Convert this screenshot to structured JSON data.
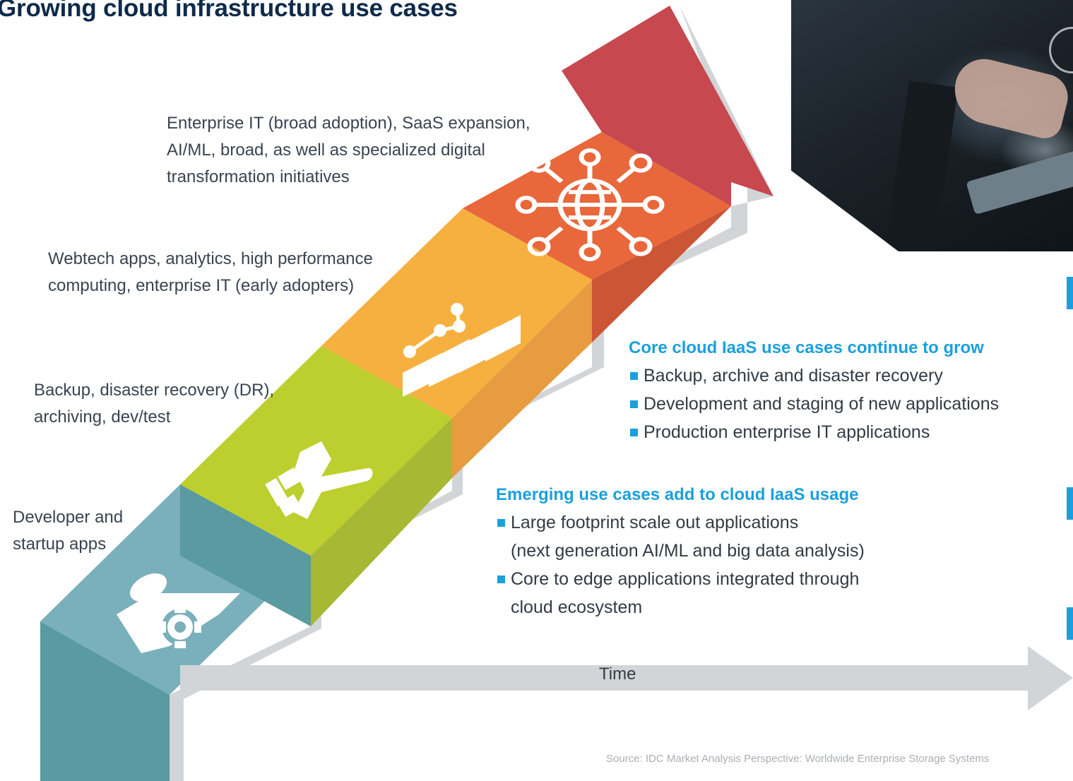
{
  "title": "Growing cloud infrastructure use cases",
  "steps": [
    {
      "lines": [
        "Developer and",
        "startup apps"
      ],
      "color": "#7ab0bb",
      "side_color": "#5a9aa1",
      "icon": "person-gear-icon"
    },
    {
      "lines": [
        "Backup, disaster recovery (DR),",
        "archiving, dev/test"
      ],
      "color": "#bccf2f",
      "side_color": "#a6b834",
      "icon": "tools-icon"
    },
    {
      "lines": [
        "Webtech apps, analytics, high performance",
        "computing, enterprise IT (early adopters)"
      ],
      "color": "#f6b03f",
      "side_color": "#e69c3f",
      "icon": "analytics-chart-icon"
    },
    {
      "lines": [
        "Enterprise IT (broad adoption), SaaS expansion,",
        "AI/ML, broad, as well as specialized digital",
        "transformation initiatives"
      ],
      "color": "#e8673b",
      "side_color": "#cc5535",
      "icon": "global-network-icon"
    }
  ],
  "arrow_color": "#c7484f",
  "core_box": {
    "heading": "Core cloud IaaS use cases continue to grow",
    "items": [
      [
        "Backup, archive and disaster recovery"
      ],
      [
        "Development and staging of new applications"
      ],
      [
        "Production enterprise IT applications"
      ]
    ]
  },
  "emerging_box": {
    "heading": "Emerging use cases add to cloud IaaS usage",
    "items": [
      [
        "Large footprint scale out applications",
        "(next generation AI/ML and big data analysis)"
      ],
      [
        "Core to edge applications integrated through",
        "cloud ecosystem"
      ]
    ]
  },
  "axis_label": "Time",
  "source": "Source: IDC Market Analysis Perspective: Worldwide Enterprise Storage Systems",
  "accent_color": "#1ba0dd",
  "photo": "business-person-using-tablet-photo"
}
